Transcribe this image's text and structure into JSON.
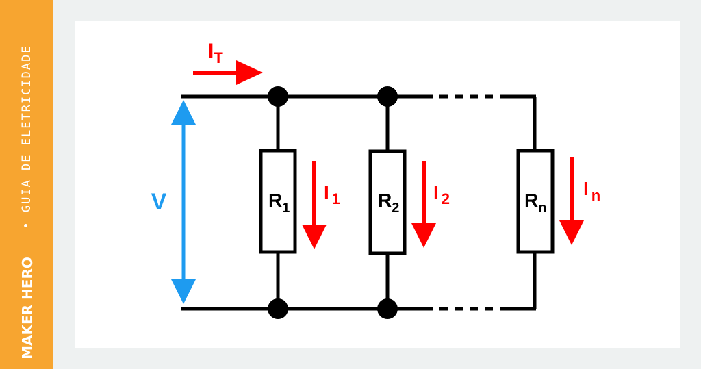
{
  "sidebar": {
    "text": "• GUIA DE ELETRICIDADE",
    "logo": "MAKER HERO"
  },
  "diagram": {
    "voltage_label": "V",
    "total_current": {
      "main": "I",
      "sub": "T"
    },
    "resistors": [
      {
        "main": "R",
        "sub": "1"
      },
      {
        "main": "R",
        "sub": "2"
      },
      {
        "main": "R",
        "sub": "n"
      }
    ],
    "currents": [
      {
        "main": "I",
        "sub": "1"
      },
      {
        "main": "I",
        "sub": "2"
      },
      {
        "main": "I",
        "sub": "n"
      }
    ],
    "colors": {
      "wire": "#000000",
      "current_arrow": "#ff0000",
      "voltage_arrow": "#1e9bf0",
      "sidebar": "#f7a530"
    }
  }
}
